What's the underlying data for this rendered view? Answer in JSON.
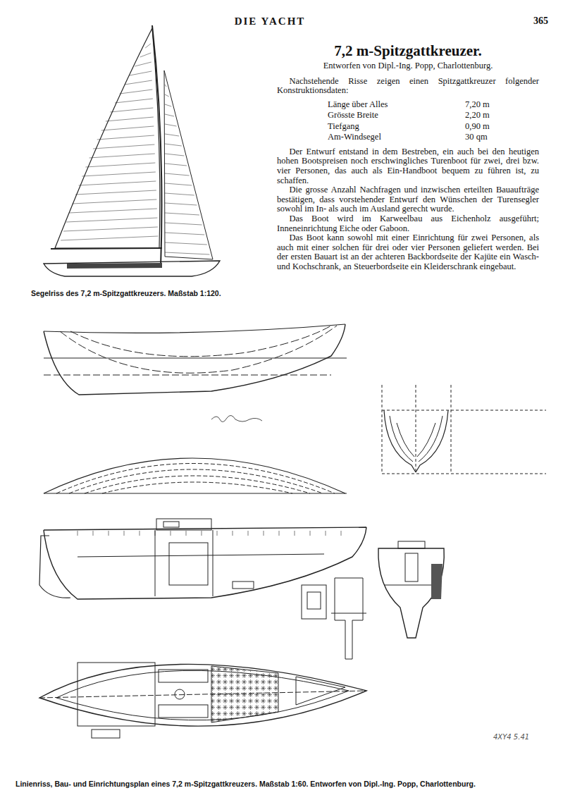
{
  "diagram": {
    "title": "7,2 m-Spitzgattkreuzer.",
    "caption": "Linienriss, Bau- und Einrichtungsplan eines 7,2 m-Spitzgattkreuzers. Maßstab 1:60. Entworfen von Dipl.-Ing. Popp, Charlottenburg.",
    "labels": [
      "DIE YACHT",
      "365",
      "Entworfen von Dipl.-Ing. Popp, Charlottenburg.",
      "Nachstehende Risse zeigen einen Spitzgattkreuzer folgender Konstruktionsdaten:",
      "Länge über Alles",
      "7,20 m",
      "Grösste Breite",
      "2,20 m",
      "Tiefgang",
      "0,90 m",
      "Am-Windsegel",
      "30 qm",
      "Der Entwurf entstand in dem Bestreben, ein auch bei den heutigen hohen Bootspreisen noch erschwingliches Turenboot für zwei, drei bzw. vier Personen, das auch als Ein-Handboot bequem zu führen ist, zu schaffen.",
      "Die grosse Anzahl Nachfragen und inzwischen erteilten Bauaufträge bestätigen, dass vorstehender Entwurf den Wünschen der Turensegler sowohl im In- als auch im Ausland gerecht wurde.",
      "Das Boot wird im Karweelbau aus Eichenholz ausgeführt; Inneneinrichtung Eiche oder Gaboon.",
      "Das Boot kann sowohl mit einer Einrichtung für zwei Personen, als auch mit einer solchen für drei oder vier Personen geliefert werden. Bei der ersten Bauart ist an der achteren Backbordseite der Kajüte ein Wasch- und Kochschrank, an Steuerbordseite ein Kleiderschrank eingebaut.",
      "Segelriss des 7,2 m-Spitzgattkreuzers. Maßstab 1:120.",
      "4XY4 5.41"
    ]
  }
}
